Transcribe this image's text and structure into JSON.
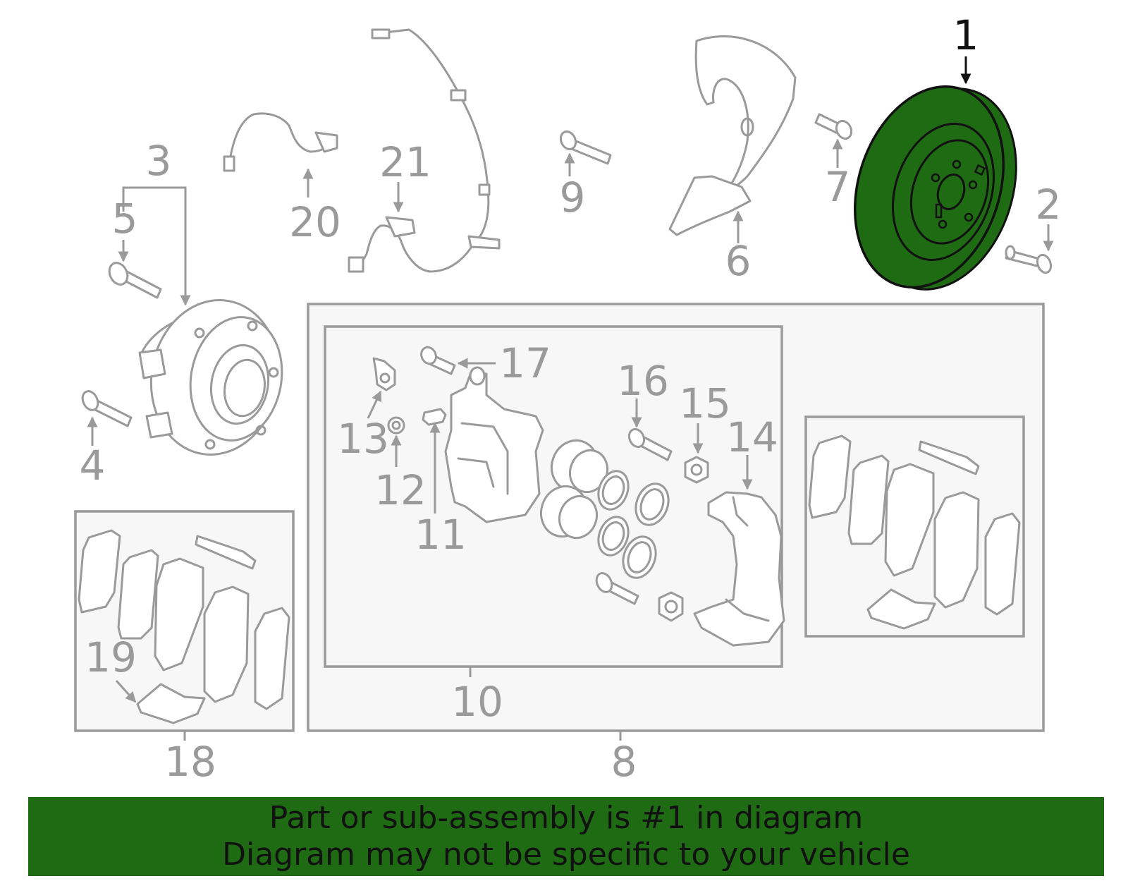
{
  "highlight_color": "#1f6b14",
  "callouts": {
    "c1": "1",
    "c2": "2",
    "c3": "3",
    "c4": "4",
    "c5": "5",
    "c6": "6",
    "c7": "7",
    "c8": "8",
    "c9": "9",
    "c10": "10",
    "c11": "11",
    "c12": "12",
    "c13": "13",
    "c14": "14",
    "c15": "15",
    "c16": "16",
    "c17": "17",
    "c18": "18",
    "c19": "19",
    "c20": "20",
    "c21": "21"
  },
  "banner": {
    "line1": "Part or sub-assembly is #1 in diagram",
    "line2": "Diagram may not be specific to your vehicle"
  }
}
